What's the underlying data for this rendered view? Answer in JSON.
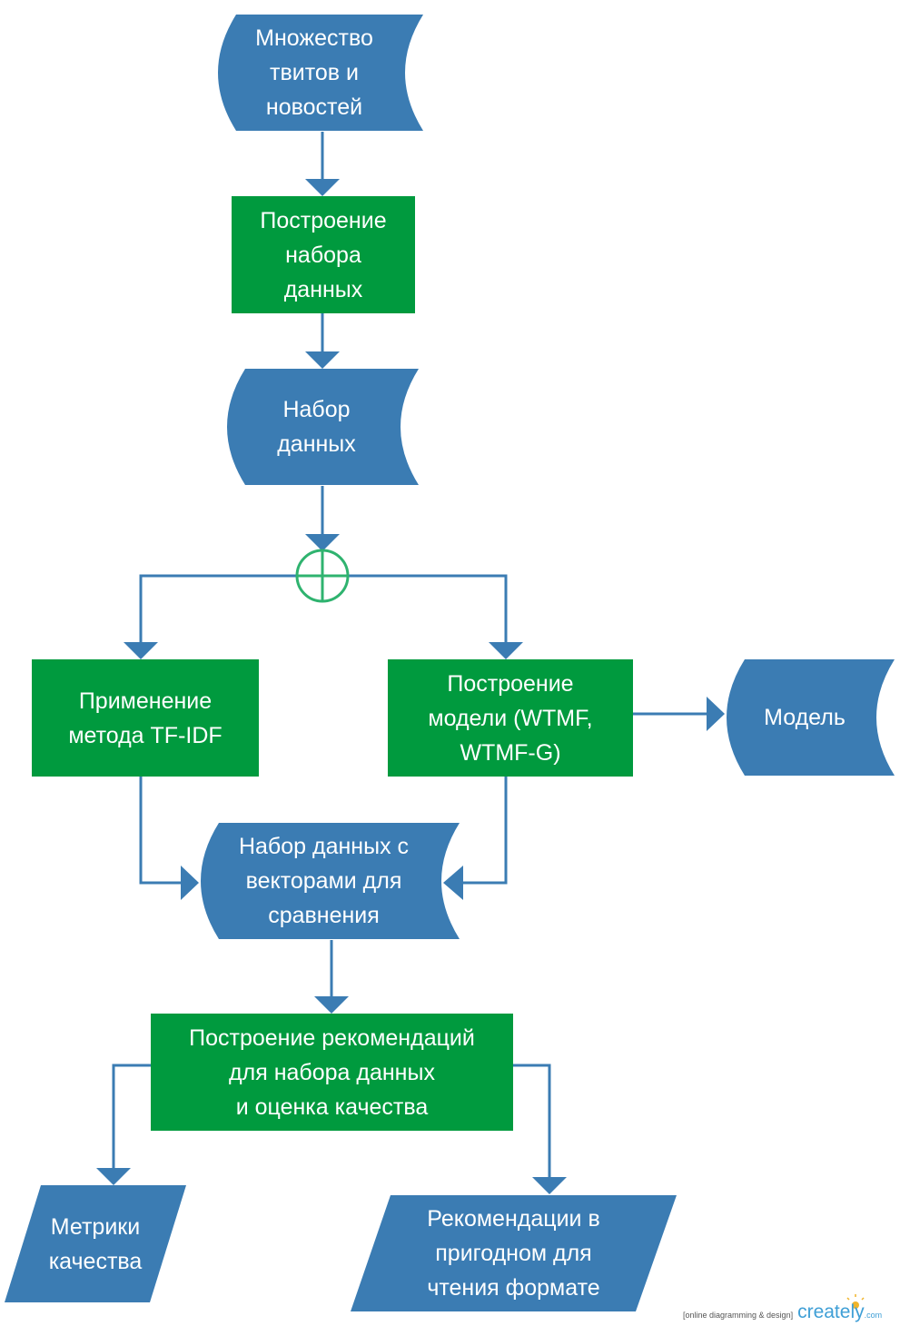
{
  "colors": {
    "data_shape": "#3b7cb3",
    "process": "#009a3e",
    "connector": "#3b7cb3",
    "junction": "#2fb36f"
  },
  "nodes": {
    "tweets": "Множество\nтвитов и\nновостей",
    "build_dataset": "Построение\nнабора\nданных",
    "dataset": "Набор\nданных",
    "tfidf": "Применение\nметода TF-IDF",
    "build_model": "Построение\nмодели (WTMF,\nWTMF-G)",
    "model": "Модель",
    "vectors": "Набор данных с\nвекторами для\nсравнения",
    "recommend": "Построение рекомендаций\nдля набора данных\nи оценка качества",
    "metrics": "Метрики\nкачества",
    "readable": "Рекомендации в\nпригодном для\nчтения формате"
  },
  "junction_icon": "or-junction-icon",
  "watermark": {
    "tag": "[online diagramming & design]",
    "brand": "creately",
    "suffix": ".com"
  }
}
